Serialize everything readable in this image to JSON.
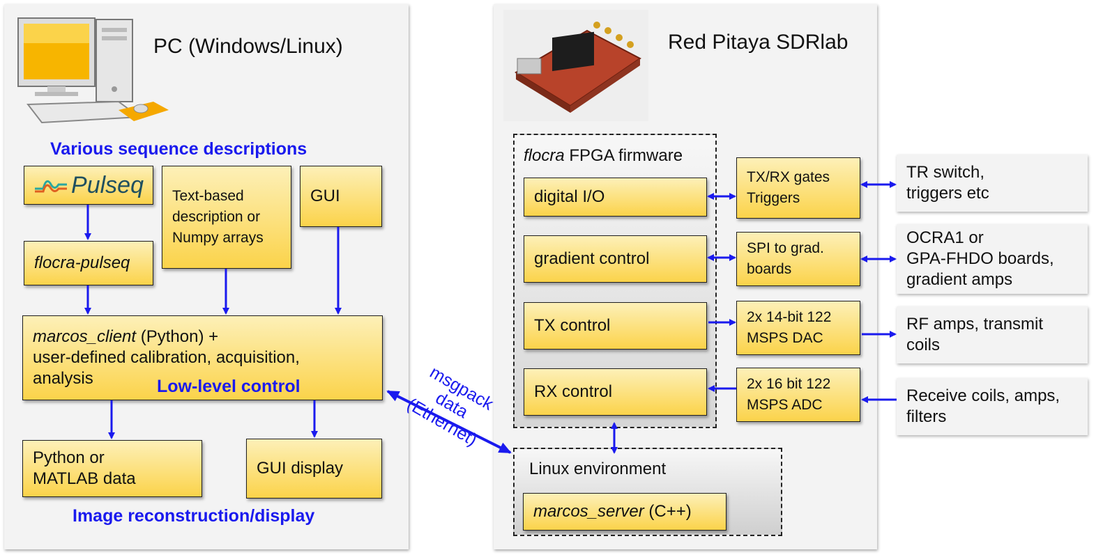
{
  "pc": {
    "title": "PC (Windows/Linux)",
    "sequence_heading": "Various sequence descriptions",
    "pulseq_logo": "Pulseq",
    "flocra_pulseq": "flocra-pulseq",
    "text_based": [
      "Text-based",
      "description or",
      "Numpy arrays"
    ],
    "gui": "GUI",
    "client_italic": "marcos_client",
    "client_line1_rest": " (Python) +",
    "client_line2": "user-defined calibration, acquisition,",
    "client_line3": "analysis",
    "low_level": "Low-level control",
    "python_data": [
      "Python or",
      "MATLAB data"
    ],
    "gui_display": "GUI display",
    "recon_heading": "Image reconstruction/display"
  },
  "link": {
    "line1": "msgpack",
    "line2": "data",
    "line3": "(Ethernet)"
  },
  "rp": {
    "title": "Red Pitaya SDRlab",
    "fpga_italic": "flocra",
    "fpga_rest": " FPGA firmware",
    "digital_io": "digital I/O",
    "gradient": "gradient control",
    "tx": "TX control",
    "rx": "RX control",
    "linux_env": "Linux environment",
    "server_italic": "marcos_server",
    "server_rest": " (C++)",
    "gates": [
      "TX/RX gates",
      "Triggers"
    ],
    "spi": [
      "SPI to grad.",
      "boards"
    ],
    "dac": [
      "2x 14-bit 122",
      "MSPS DAC"
    ],
    "adc": [
      "2x 16 bit 122",
      "MSPS ADC"
    ]
  },
  "external": {
    "tr": [
      "TR switch,",
      "triggers etc"
    ],
    "ocra": [
      "OCRA1 or",
      "GPA-FHDO boards,",
      "gradient amps"
    ],
    "rf": [
      "RF amps, transmit",
      "coils"
    ],
    "receive": [
      "Receive coils, amps,",
      "filters"
    ]
  },
  "colors": {
    "accent_blue": "#1a1aee",
    "box_top": "#fdf0b8",
    "box_bottom": "#fbd34a",
    "panel": "#f3f3f3"
  }
}
